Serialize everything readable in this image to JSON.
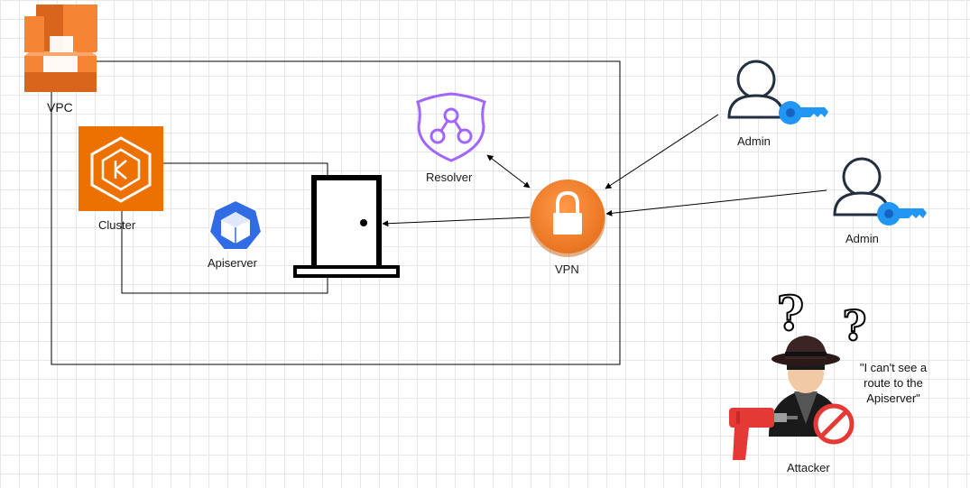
{
  "diagram": {
    "vpc_label": "VPC",
    "cluster_label": "Cluster",
    "apiserver_label": "Apiserver",
    "resolver_label": "Resolver",
    "vpn_label": "VPN",
    "admin1_label": "Admin",
    "admin2_label": "Admin",
    "attacker_label": "Attacker",
    "attacker_quote": [
      "\"I can't see a",
      "route to the",
      "Apiserver\""
    ]
  },
  "colors": {
    "aws_orange": "#f58534",
    "ecs_orange": "#ed7100",
    "k8s_blue": "#326ce5",
    "resolver_purple": "#a166ff",
    "key_blue": "#2196f3",
    "attacker_red": "#e53935"
  }
}
